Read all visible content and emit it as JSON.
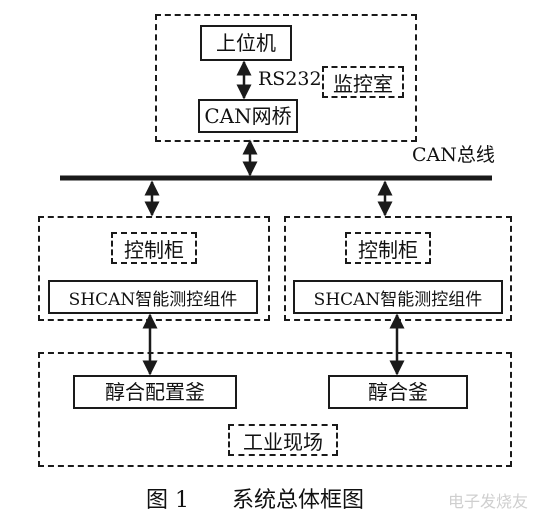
{
  "monitor_room": {
    "host_pc": "上位机",
    "rs232": "RS232",
    "room_label": "监控室",
    "can_bridge": "CAN网桥"
  },
  "bus": {
    "label": "CAN总线"
  },
  "left_cabinet": {
    "label": "控制柜",
    "module": "SHCAN智能测控组件"
  },
  "right_cabinet": {
    "label": "控制柜",
    "module": "SHCAN智能测控组件"
  },
  "field": {
    "left_kettle": "醇合配置釜",
    "right_kettle": "醇合釜",
    "site_label": "工业现场"
  },
  "caption": {
    "figure": "图 1",
    "title": "系统总体框图"
  },
  "watermark": "电子发烧友"
}
